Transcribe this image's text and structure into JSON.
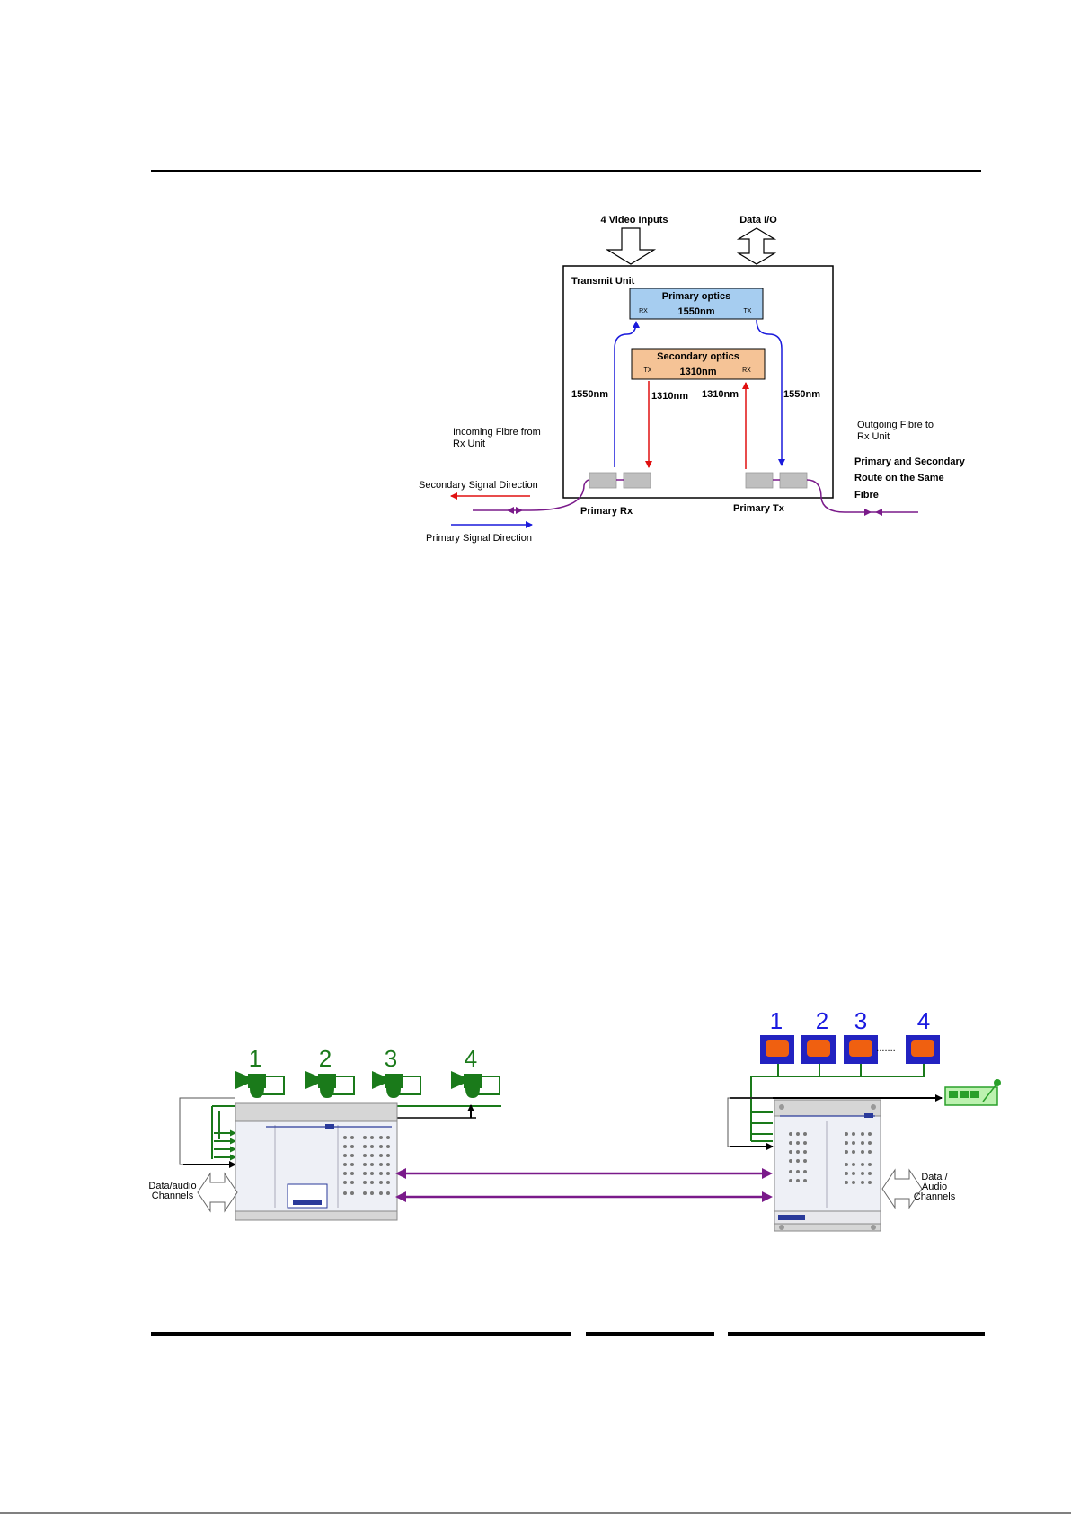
{
  "top_diagram": {
    "inputs": {
      "video": "4 Video Inputs",
      "data": "Data I/O"
    },
    "transmit_unit": "Transmit Unit",
    "primary_optics": {
      "title": "Primary optics",
      "wavelength": "1550nm",
      "rx": "RX",
      "tx": "TX"
    },
    "secondary_optics": {
      "title": "Secondary optics",
      "wavelength": "1310nm",
      "tx": "TX",
      "rx": "RX"
    },
    "wavelength_labels": {
      "left_primary": "1550nm",
      "left_secondary": "1310nm",
      "right_secondary": "1310nm",
      "right_primary": "1550nm"
    },
    "incoming_fibre": [
      "Incoming Fibre from",
      "Rx Unit"
    ],
    "outgoing_fibre": [
      "Outgoing Fibre to",
      "Rx Unit"
    ],
    "same_route": [
      "Primary and Secondary",
      "Route on the Same",
      "Fibre"
    ],
    "secondary_signal_direction": "Secondary Signal Direction",
    "primary_signal_direction": "Primary Signal Direction",
    "primary_rx": "Primary Rx",
    "primary_tx": "Primary Tx"
  },
  "bottom_diagram": {
    "camera_numbers": [
      "1",
      "2",
      "3",
      "4"
    ],
    "monitor_numbers": [
      "1",
      "2",
      "3",
      "4"
    ],
    "monitor_ellipsis": ".......",
    "left_channels": [
      "Data/audio",
      "Channels"
    ],
    "right_channels": [
      "Data /",
      "Audio",
      "Channels"
    ]
  },
  "colors": {
    "blue_signal": "#1a1adc",
    "red_signal": "#e01010",
    "purple_fibre": "#7a1a8a",
    "green": "#1a7a1a",
    "primary_box": "#a6cdf0",
    "secondary_box": "#f5c396",
    "monitor_orange": "#f06010",
    "number_blue": "#1a1ae0"
  }
}
